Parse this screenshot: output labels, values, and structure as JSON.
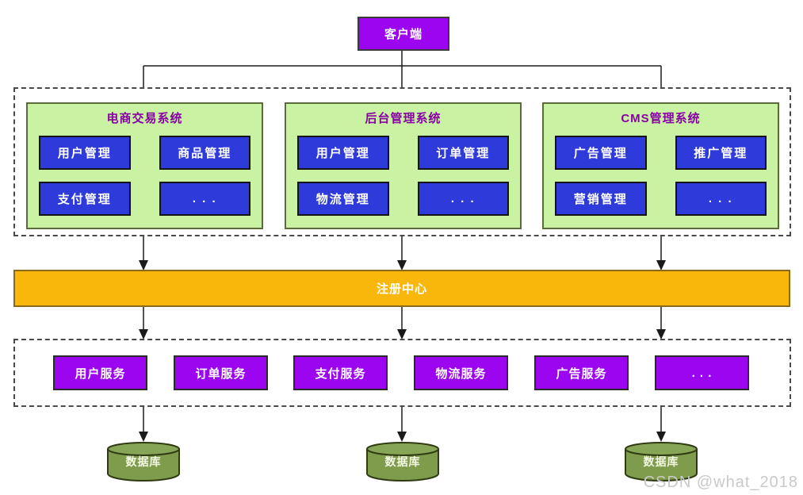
{
  "colors": {
    "client_purple": "#9c05f0",
    "module_blue": "#2e3ada",
    "system_green_bg": "#c9f2a2",
    "system_title_purple": "#8a00a8",
    "registry_orange": "#f9b70c",
    "service_purple": "#9c05f0",
    "database_olive": "#7e9c4b",
    "arrow_black": "#1a1a1a"
  },
  "client": {
    "label": "客户端"
  },
  "systems": [
    {
      "title": "电商交易系统",
      "modules": [
        "用户管理",
        "商品管理",
        "支付管理",
        ". . ."
      ]
    },
    {
      "title": "后台管理系统",
      "modules": [
        "用户管理",
        "订单管理",
        "物流管理",
        ". . ."
      ]
    },
    {
      "title": "CMS管理系统",
      "modules": [
        "广告管理",
        "推广管理",
        "营销管理",
        ". . ."
      ]
    }
  ],
  "registry": {
    "label": "注册中心"
  },
  "services": [
    "用户服务",
    "订单服务",
    "支付服务",
    "物流服务",
    "广告服务",
    ". . ."
  ],
  "databases": [
    "数据库",
    "数据库",
    "数据库"
  ],
  "watermark": "CSDN @what_2018"
}
